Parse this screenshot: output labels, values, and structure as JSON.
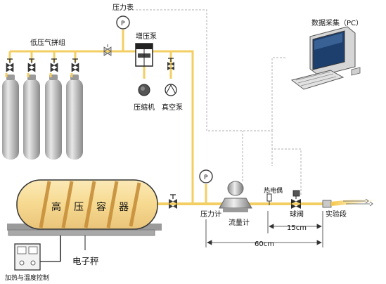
{
  "labels": {
    "pressure_gauge_top": "压力表",
    "booster_pump": "增压泵",
    "low_pressure_cylinder_group": "低压气拼组",
    "compressor": "压缩机",
    "vacuum_pump": "真空泵",
    "data_acquisition": "数据采集（PC）",
    "vessel_chars": [
      "高",
      "压",
      "容",
      "器"
    ],
    "heating_control": "加热与温度控制",
    "electronic_scale": "电子秤",
    "pressure_meter": "压力计",
    "flow_meter": "流量计",
    "thermocouple": "热电偶",
    "ball_valve": "球阀",
    "test_section": "实验段",
    "dim_15cm": "15cm",
    "dim_60cm": "60cm",
    "gauge_letter": "P",
    "gauge_letter_2": "P"
  },
  "colors": {
    "pipe": "#f3cf63",
    "vessel_fill": "#f9e2a6",
    "vessel_stripe": "#c78f3a",
    "cylinder": "#bdbdbd",
    "valve": "#333333",
    "dashed_signal": "#b0b0b0"
  }
}
